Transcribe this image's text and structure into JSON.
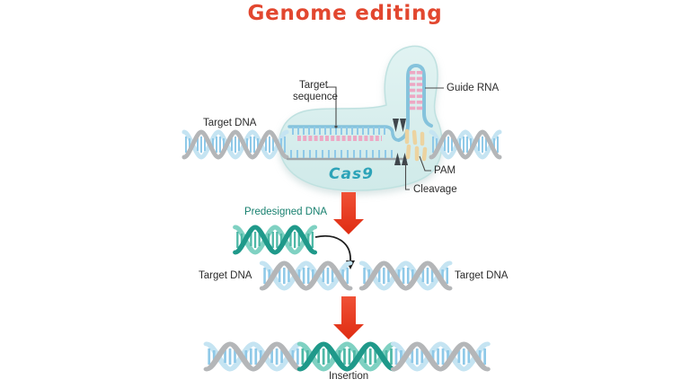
{
  "title": "Genome editing",
  "labels": {
    "target_dna_top": "Target DNA",
    "target_sequence_line1": "Target",
    "target_sequence_line2": "sequence",
    "guide_rna": "Guide RNA",
    "pam": "PAM",
    "cleavage": "Cleavage",
    "cas9": "Cas9",
    "predesigned_dna": "Predesigned DNA",
    "target_dna_mid_left": "Target DNA",
    "target_dna_mid_right": "Target DNA",
    "insertion": "Insertion"
  },
  "colors": {
    "title_red": "#e2472f",
    "arrow_red": "#e73b1f",
    "cas9_blob_fill": "#d7eeed",
    "cas9_text": "#2da3b8",
    "predesigned_text": "#18806f",
    "dna_grey_strand": "#b4b6b8",
    "dna_blue_strand": "#c5e4f2",
    "dna_rung_blue": "#8fc9e8",
    "teal_dark_strand": "#1f998a",
    "teal_light_strand": "#7fd1c2",
    "guide_rna_pink": "#eda8c4",
    "pam_yellow": "#ecd3a0",
    "label_text": "#2b2b2b"
  }
}
